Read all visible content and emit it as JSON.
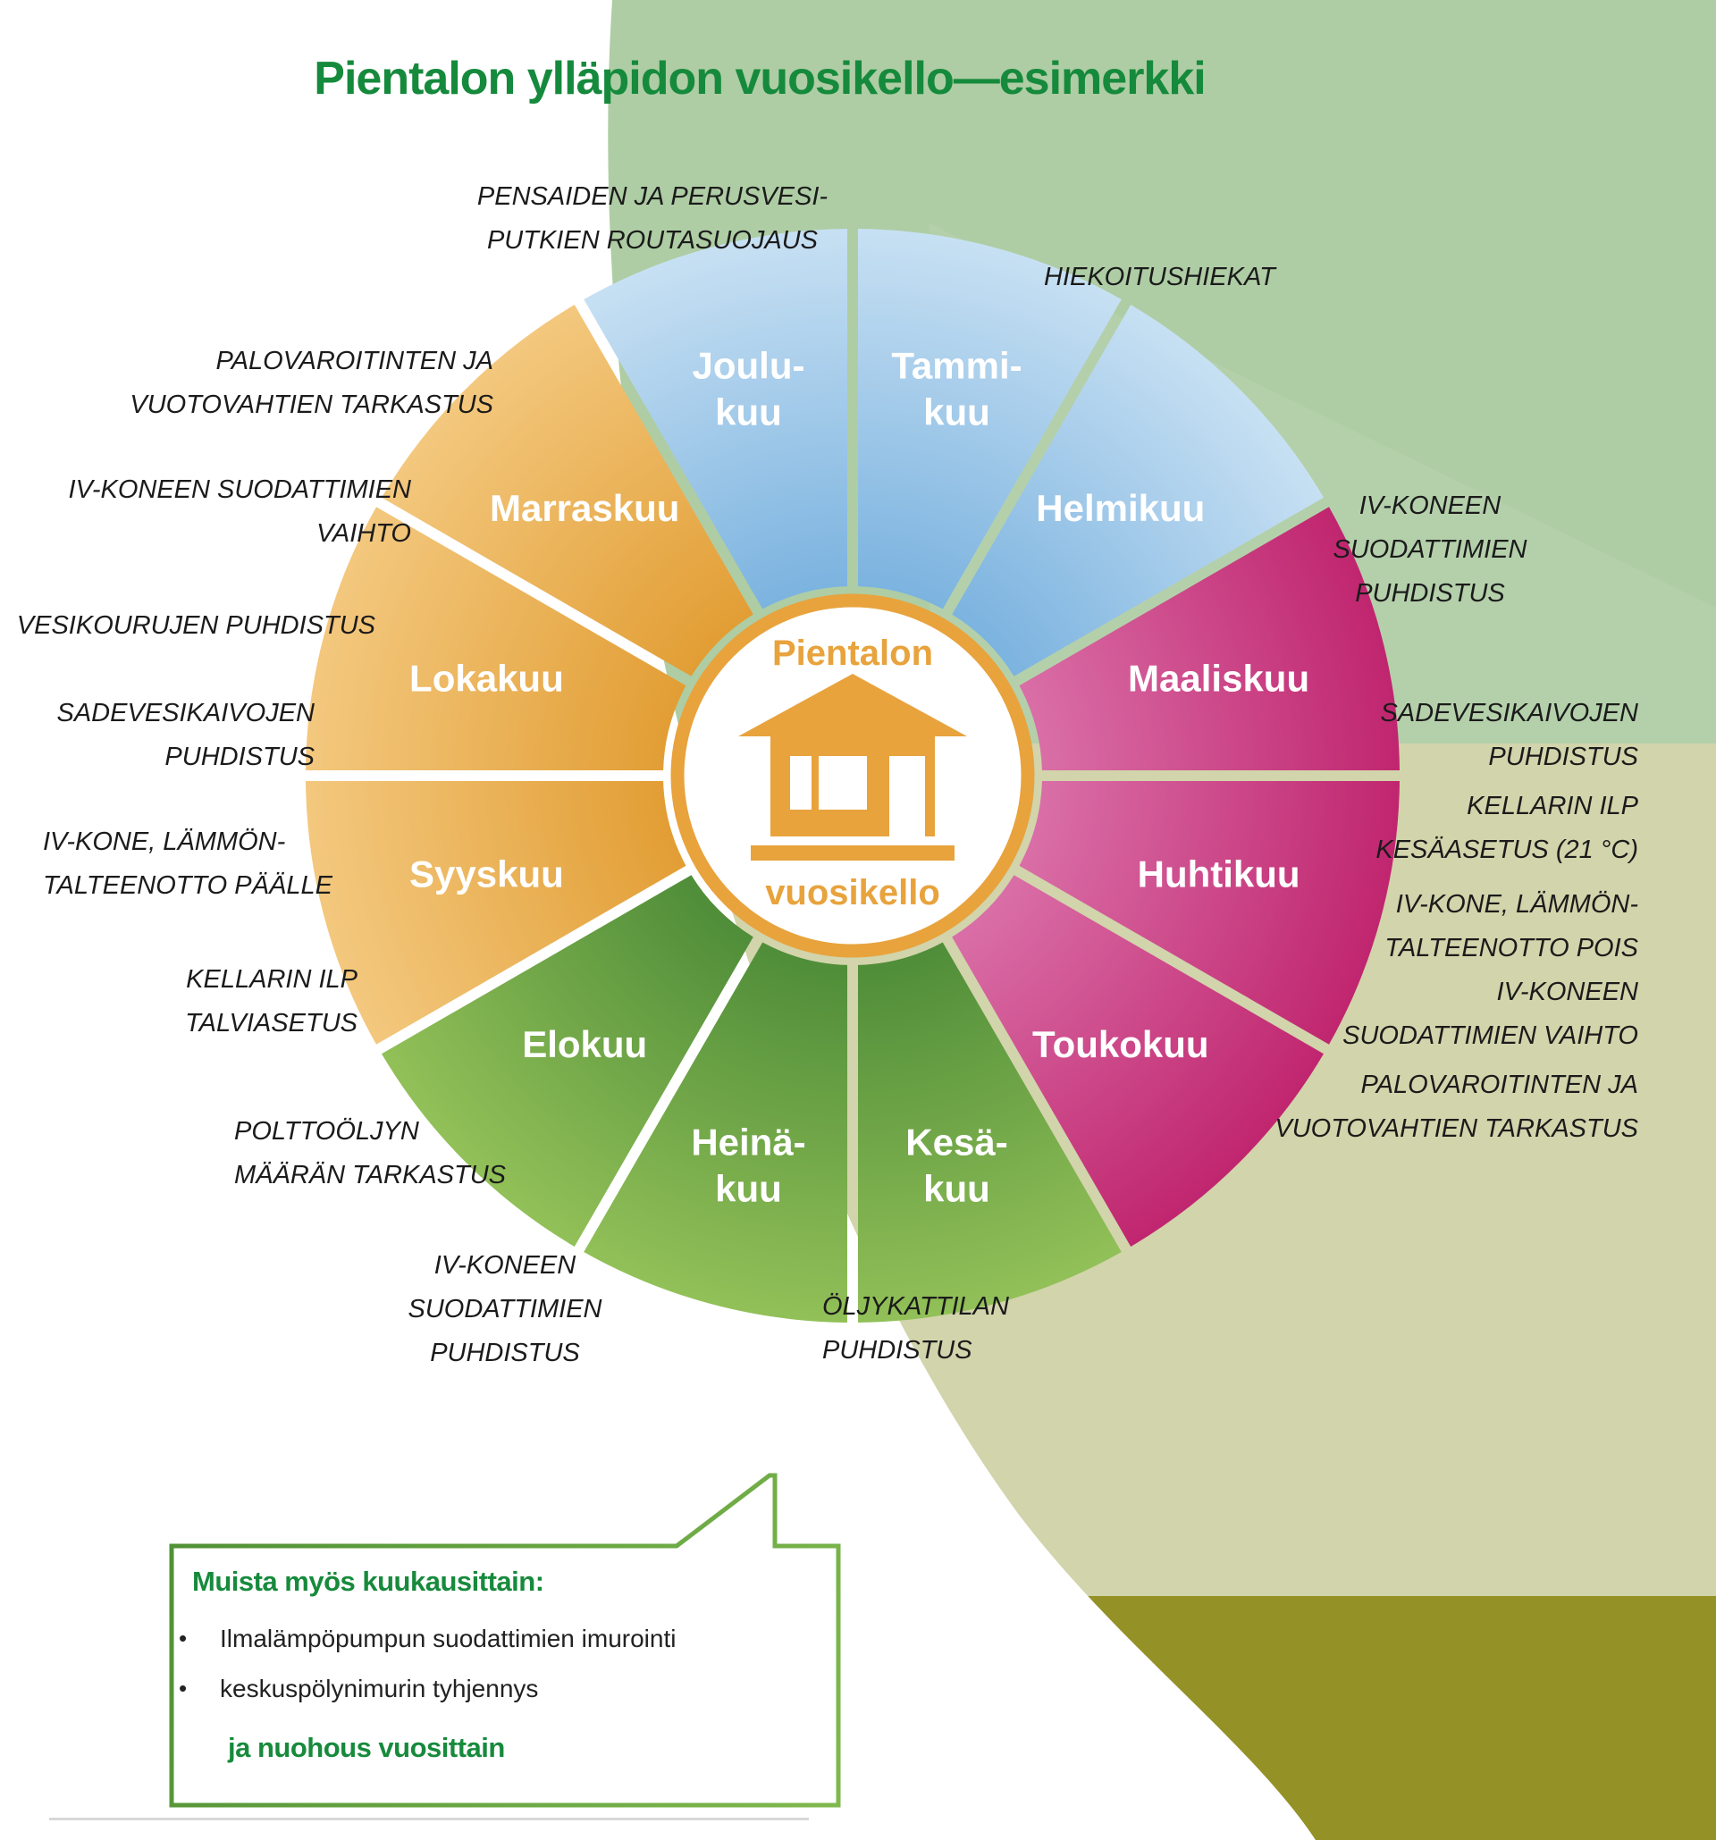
{
  "title": "Pientalon ylläpidon vuosikello—esimerkki",
  "colors": {
    "accent_orange": "#E8A33D",
    "title_green": "#168A3C",
    "bubble_green": "#178A3C",
    "bubble_border_dark": "#4E8F34",
    "bubble_border_light": "#7FB94E",
    "bg_light_green": "#AECDA4",
    "bg_light_green_shade": "#B9D4B0",
    "bg_khaki": "#D2D4AB",
    "bg_olive": "#949126",
    "label_text": "#1B1B1B"
  },
  "wheel": {
    "center_label_top": "Pientalon",
    "center_label_bottom": "vuosikello",
    "house_icon": "house-icon",
    "seasons": {
      "winter": {
        "inner": "#7AB2DF",
        "outer": "#C7E0F3"
      },
      "spring": {
        "inner": "#DA70A8",
        "outer": "#C0266F"
      },
      "summer": {
        "inner": "#4E8C38",
        "outer": "#92C058"
      },
      "autumn": {
        "inner": "#E29D33",
        "outer": "#F3C87E"
      }
    },
    "months": [
      {
        "name": "Tammikuu",
        "lines": [
          "Tammi-",
          "kuu"
        ],
        "season": "winter"
      },
      {
        "name": "Helmikuu",
        "lines": [
          "Helmikuu"
        ],
        "season": "winter"
      },
      {
        "name": "Maaliskuu",
        "lines": [
          "Maaliskuu"
        ],
        "season": "spring"
      },
      {
        "name": "Huhtikuu",
        "lines": [
          "Huhtikuu"
        ],
        "season": "spring"
      },
      {
        "name": "Toukokuu",
        "lines": [
          "Toukokuu"
        ],
        "season": "spring"
      },
      {
        "name": "Kesäkuu",
        "lines": [
          "Kesä-",
          "kuu"
        ],
        "season": "summer"
      },
      {
        "name": "Heinäkuu",
        "lines": [
          "Heinä-",
          "kuu"
        ],
        "season": "summer"
      },
      {
        "name": "Elokuu",
        "lines": [
          "Elokuu"
        ],
        "season": "summer"
      },
      {
        "name": "Syyskuu",
        "lines": [
          "Syyskuu"
        ],
        "season": "autumn"
      },
      {
        "name": "Lokakuu",
        "lines": [
          "Lokakuu"
        ],
        "season": "autumn"
      },
      {
        "name": "Marraskuu",
        "lines": [
          "Marraskuu"
        ],
        "season": "autumn"
      },
      {
        "name": "Joulukuu",
        "lines": [
          "Joulu-",
          "kuu"
        ],
        "season": "winter"
      }
    ]
  },
  "annotations": [
    {
      "text": "PENSAIDEN JA PERUSVESI-\nPUTKIEN ROUTASUOJAUS"
    },
    {
      "text": "HIEKOITUSHIEKAT"
    },
    {
      "text": "PALOVAROITINTEN JA\nVUOTOVAHTIEN TARKASTUS"
    },
    {
      "text": "IV-KONEEN SUODATTIMIEN\nVAIHTO"
    },
    {
      "text": "VESIKOURUJEN PUHDISTUS"
    },
    {
      "text": "SADEVESIKAIVOJEN\nPUHDISTUS"
    },
    {
      "text": "IV-KONE, LÄMMÖN-\nTALTEENOTTO PÄÄLLE"
    },
    {
      "text": "KELLARIN ILP\nTALVIASETUS"
    },
    {
      "text": "POLTTOÖLJYN\nMÄÄRÄN TARKASTUS"
    },
    {
      "text": "IV-KONEEN\nSUODATTIMIEN\nPUHDISTUS"
    },
    {
      "text": "ÖLJYKATTILAN\nPUHDISTUS"
    },
    {
      "text": "IV-KONEEN\nSUODATTIMIEN\nPUHDISTUS"
    },
    {
      "text": "SADEVESIKAIVOJEN\nPUHDISTUS"
    },
    {
      "text": "KELLARIN ILP\nKESÄASETUS (21 °C)"
    },
    {
      "text": "IV-KONE, LÄMMÖN-\nTALTEENOTTO POIS"
    },
    {
      "text": "IV-KONEEN\nSUODATTIMIEN VAIHTO"
    },
    {
      "text": "PALOVAROITINTEN JA\nVUOTOVAHTIEN TARKASTUS"
    }
  ],
  "bubble": {
    "title": "Muista myös kuukausittain:",
    "bullet_glyph": "•",
    "bullets": [
      "Ilmalämpöpumpun suodattimien imurointi",
      "keskuspölynimurin tyhjennys"
    ],
    "footer": "ja nuohous vuosittain"
  }
}
